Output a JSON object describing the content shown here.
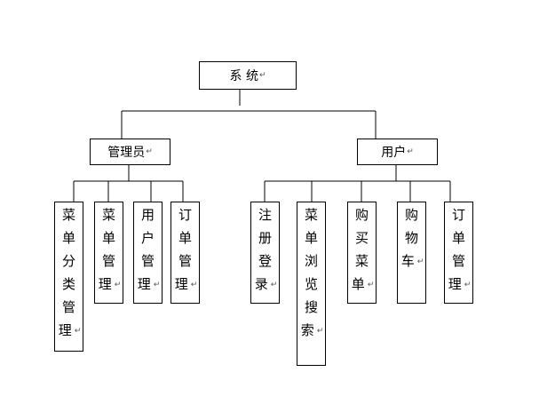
{
  "root": {
    "label": "系 统",
    "mark": "↵"
  },
  "groups": [
    {
      "label": "管理员",
      "mark": "↵",
      "children": [
        {
          "chars": [
            "菜",
            "单",
            "分",
            "类",
            "管",
            "理"
          ],
          "mark": "↵"
        },
        {
          "chars": [
            "菜",
            "单",
            "管",
            "理"
          ],
          "mark": "↵"
        },
        {
          "chars": [
            "用",
            "户",
            "管",
            "理"
          ],
          "mark": "↵"
        },
        {
          "chars": [
            "订",
            "单",
            "管",
            "理"
          ],
          "mark": "↵"
        }
      ]
    },
    {
      "label": "用户",
      "mark": "↵",
      "children": [
        {
          "chars": [
            "注",
            "册",
            "登",
            "录"
          ],
          "mark": "↵"
        },
        {
          "chars": [
            "菜",
            "单",
            "浏",
            "览",
            "搜",
            "索"
          ],
          "mark": "↵"
        },
        {
          "chars": [
            "购",
            "买",
            "菜",
            "单"
          ],
          "mark": "↵"
        },
        {
          "chars": [
            "购",
            "物",
            "车"
          ],
          "mark": "↵"
        },
        {
          "chars": [
            "订",
            "单",
            "管",
            "理"
          ],
          "mark": "↵"
        }
      ]
    }
  ]
}
